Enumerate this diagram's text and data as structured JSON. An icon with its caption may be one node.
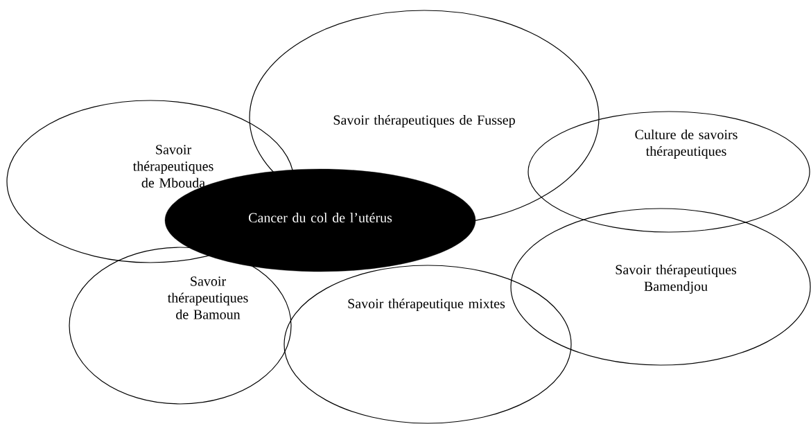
{
  "diagram": {
    "nodes": [
      {
        "text": [
          "Savoir thérapeutiques de Mbouda"
        ]
      },
      {
        "text": [
          "Savoir thérapeutiques de Fussep"
        ]
      },
      {
        "text": [
          "Culture de savoirs thérapeutiques"
        ]
      },
      {
        "text": [
          "Cancer du col de l’utérus"
        ]
      },
      {
        "text": [
          "Savoir thérapeutiques Bamendjou"
        ]
      },
      {
        "text": [
          "Savoir thérapeutiques de Bamoun"
        ]
      },
      {
        "text": [
          "Savoir thérapeutique mixtes"
        ]
      }
    ]
  }
}
